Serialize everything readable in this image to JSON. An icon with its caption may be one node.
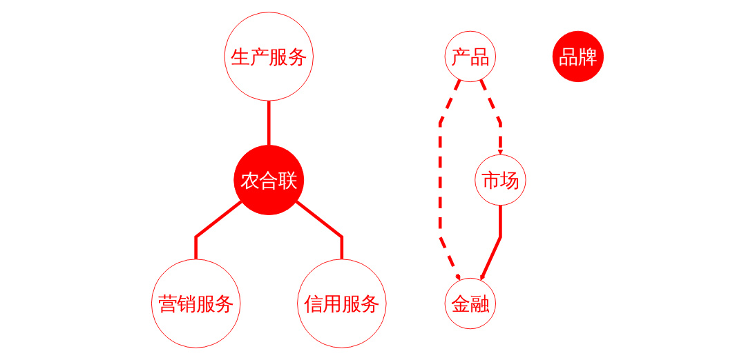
{
  "diagram": {
    "nodes": [
      {
        "text": [
          "生产服务"
        ]
      },
      {
        "text": [
          "农合联"
        ]
      },
      {
        "text": [
          "营销服务"
        ]
      },
      {
        "text": [
          "信用服务"
        ]
      },
      {
        "text": [
          "产品"
        ]
      },
      {
        "text": [
          "品牌"
        ]
      },
      {
        "text": [
          "市场"
        ]
      },
      {
        "text": [
          "金融"
        ]
      }
    ],
    "edges": [
      {
        "from": 0,
        "to": 1,
        "arrow": "none"
      },
      {
        "from": 1,
        "to": 2,
        "arrow": "none"
      },
      {
        "from": 1,
        "to": 3,
        "arrow": "none"
      },
      {
        "from": 4,
        "to": 6,
        "arrow": "to",
        "style": "dashed"
      },
      {
        "from": 4,
        "to": 7,
        "arrow": "to",
        "style": "dashed"
      },
      {
        "from": 6,
        "to": 7,
        "arrow": "to"
      }
    ]
  }
}
